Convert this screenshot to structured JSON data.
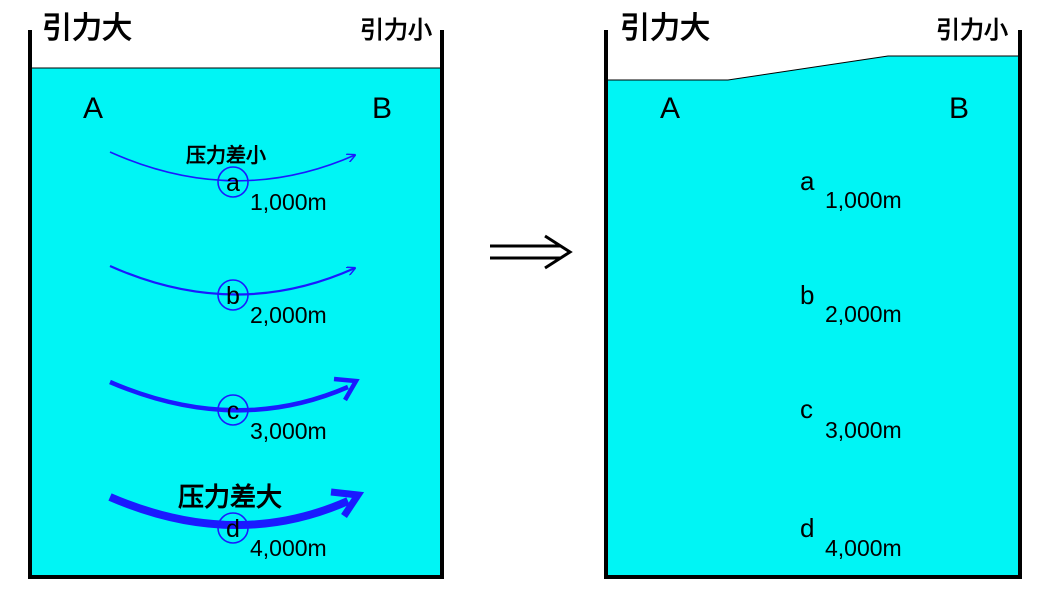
{
  "colors": {
    "water": "#00f5f5",
    "wall": "#000000",
    "arrow": "#1a1aff",
    "text": "#000000"
  },
  "left_panel": {
    "top_left_label": "引力大",
    "top_right_label": "引力小",
    "point_a": "A",
    "point_b": "B",
    "pressure_small_label": "压力差小",
    "pressure_large_label": "压力差大",
    "levels": [
      {
        "letter": "a",
        "depth": "1,000m"
      },
      {
        "letter": "b",
        "depth": "2,000m"
      },
      {
        "letter": "c",
        "depth": "3,000m"
      },
      {
        "letter": "d",
        "depth": "4,000m"
      }
    ]
  },
  "transition_arrow": "⟹",
  "right_panel": {
    "top_left_label": "引力大",
    "top_right_label": "引力小",
    "point_a": "A",
    "point_b": "B",
    "levels": [
      {
        "letter": "a",
        "depth": "1,000m"
      },
      {
        "letter": "b",
        "depth": "2,000m"
      },
      {
        "letter": "c",
        "depth": "3,000m"
      },
      {
        "letter": "d",
        "depth": "4,000m"
      }
    ]
  }
}
